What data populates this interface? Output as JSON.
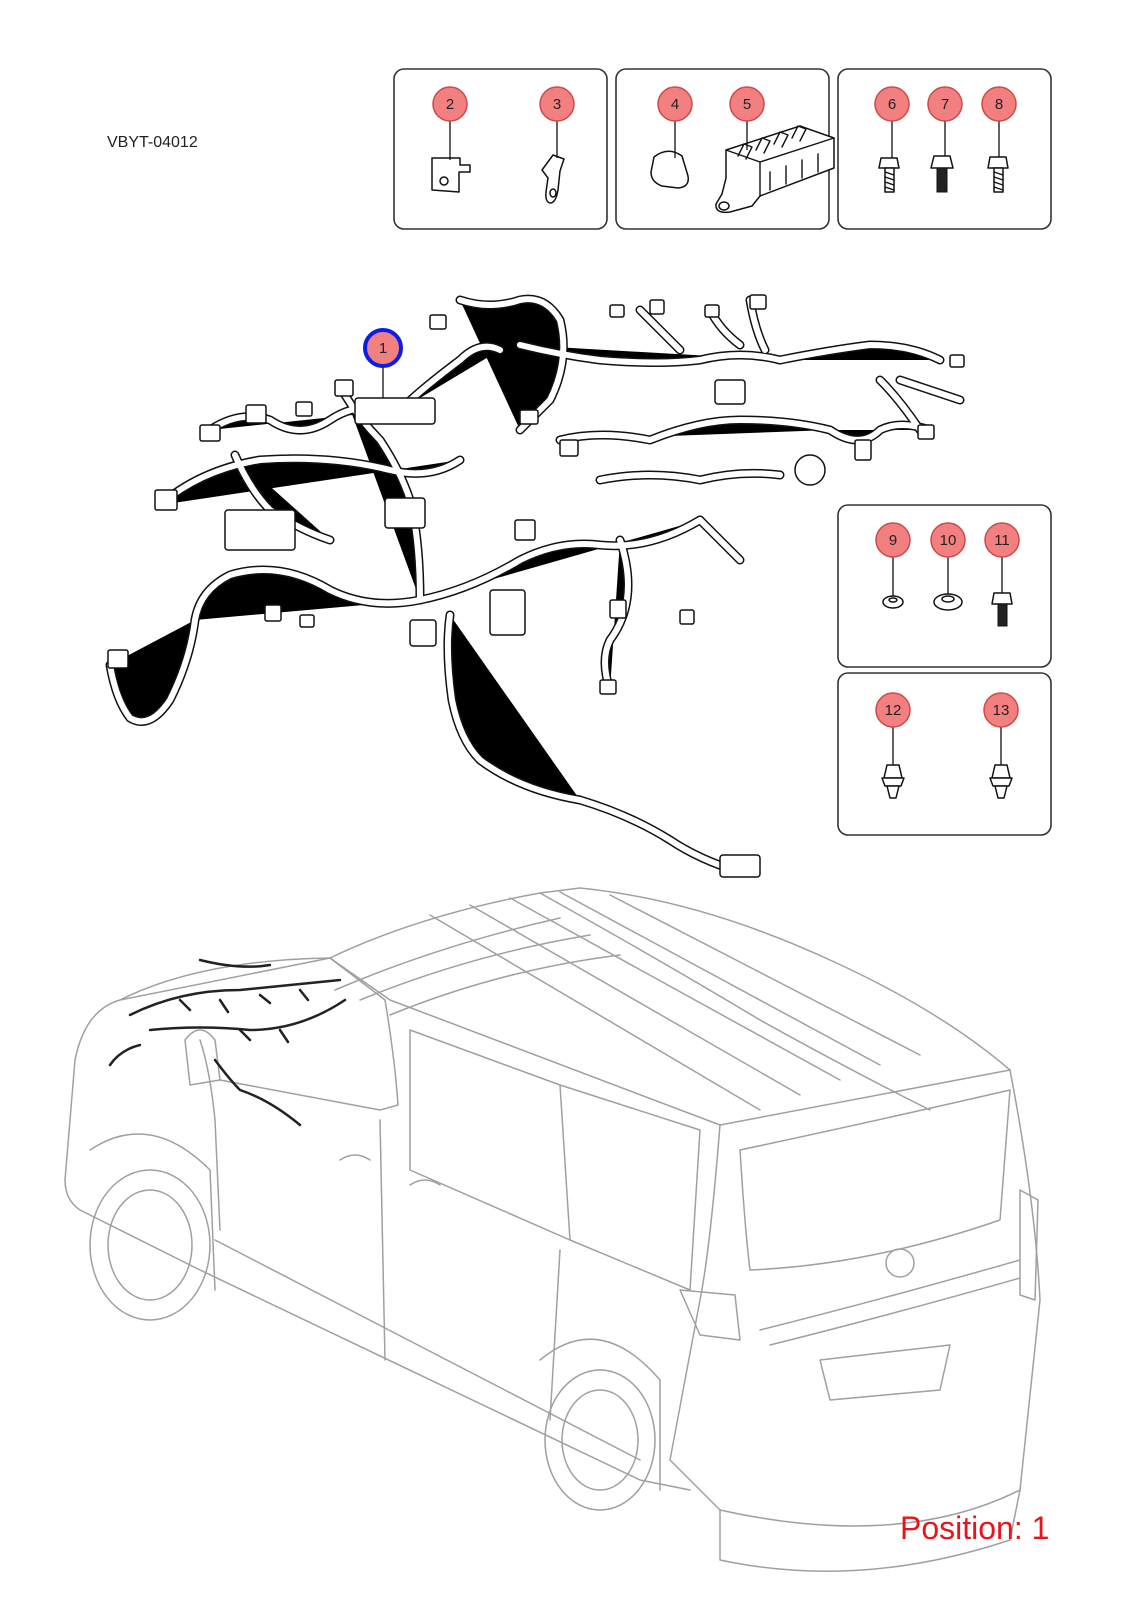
{
  "reference_code": "VBYT-04012",
  "position_label": "Position: 1",
  "selected_callout": "1",
  "colors": {
    "callout_fill": "#f28080",
    "callout_stroke": "#d04848",
    "selected_stroke": "#0a1ee8",
    "position_text": "#e8141c",
    "vehicle_lines": "#a0a0a0"
  },
  "callouts": [
    {
      "id": "1",
      "label": "1"
    },
    {
      "id": "2",
      "label": "2"
    },
    {
      "id": "3",
      "label": "3"
    },
    {
      "id": "4",
      "label": "4"
    },
    {
      "id": "5",
      "label": "5"
    },
    {
      "id": "6",
      "label": "6"
    },
    {
      "id": "7",
      "label": "7"
    },
    {
      "id": "8",
      "label": "8"
    },
    {
      "id": "9",
      "label": "9"
    },
    {
      "id": "10",
      "label": "10"
    },
    {
      "id": "11",
      "label": "11"
    },
    {
      "id": "12",
      "label": "12"
    },
    {
      "id": "13",
      "label": "13"
    }
  ]
}
